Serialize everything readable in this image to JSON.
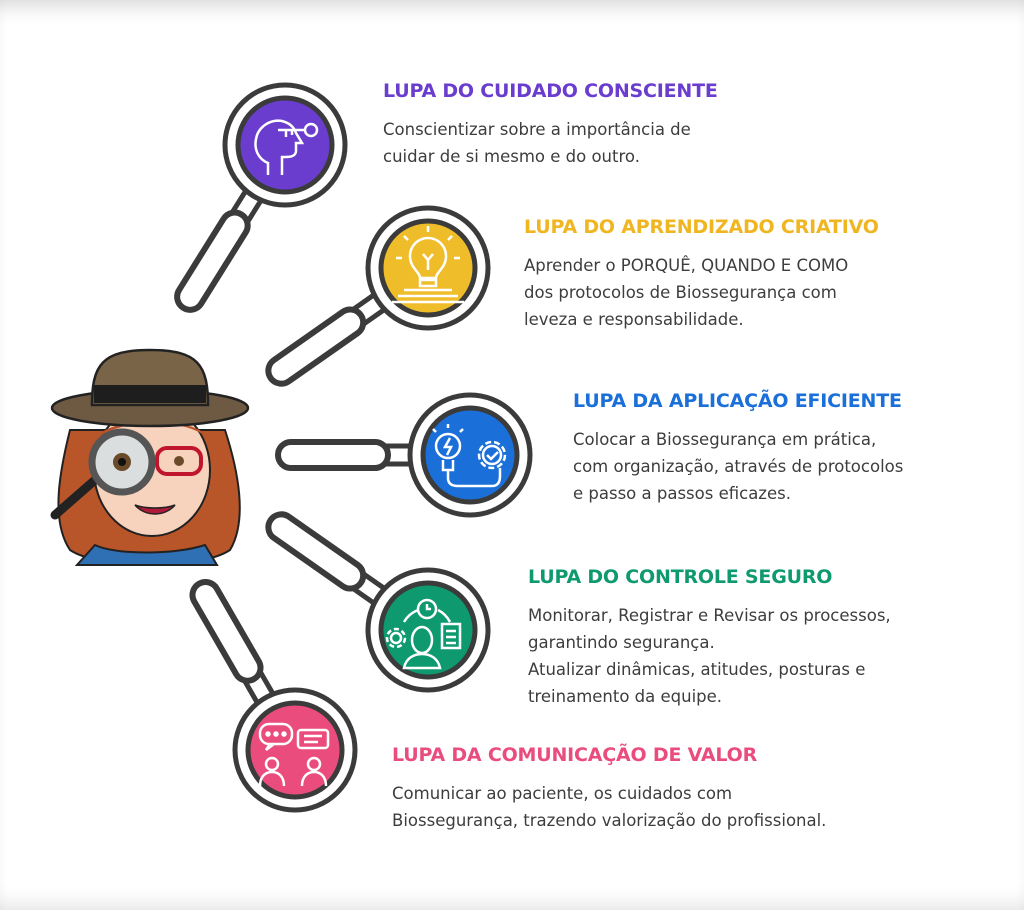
{
  "colors": {
    "purple": "#6a3dce",
    "yellow": "#f0bd2a",
    "blue": "#1a6fd8",
    "green": "#0e9a6e",
    "pink": "#ea4c7e",
    "ring": "#3b3b3b"
  },
  "items": [
    {
      "title": "LUPA DO CUIDADO CONSCIENTE",
      "icon": "head-key-icon",
      "lines": [
        "Conscientizar sobre a importância de",
        "cuidar de si mesmo e do outro."
      ]
    },
    {
      "title": "LUPA DO APRENDIZADO CRIATIVO",
      "icon": "lightbulb-book-icon",
      "lines": [
        "Aprender o PORQUÊ, QUANDO E COMO",
        "dos protocolos de Biossegurança com",
        "leveza e responsabilidade."
      ]
    },
    {
      "title": "LUPA DA APLICAÇÃO EFICIENTE",
      "icon": "lightbulb-gear-icon",
      "lines": [
        "Colocar a Biossegurança em prática,",
        "com organização, através de protocolos",
        "e passo a passos eficazes."
      ]
    },
    {
      "title": "LUPA DO CONTROLE SEGURO",
      "icon": "person-gear-clipboard-icon",
      "lines": [
        "Monitorar, Registrar e Revisar os processos,",
        "garantindo segurança.",
        "Atualizar dinâmicas, atitudes, posturas e",
        "treinamento da equipe."
      ]
    },
    {
      "title": "LUPA DA COMUNICAÇÃO DE VALOR",
      "icon": "chat-people-icon",
      "lines": [
        "Comunicar ao paciente, os cuidados com",
        "Biossegurança, trazendo valorização do profissional."
      ]
    }
  ]
}
